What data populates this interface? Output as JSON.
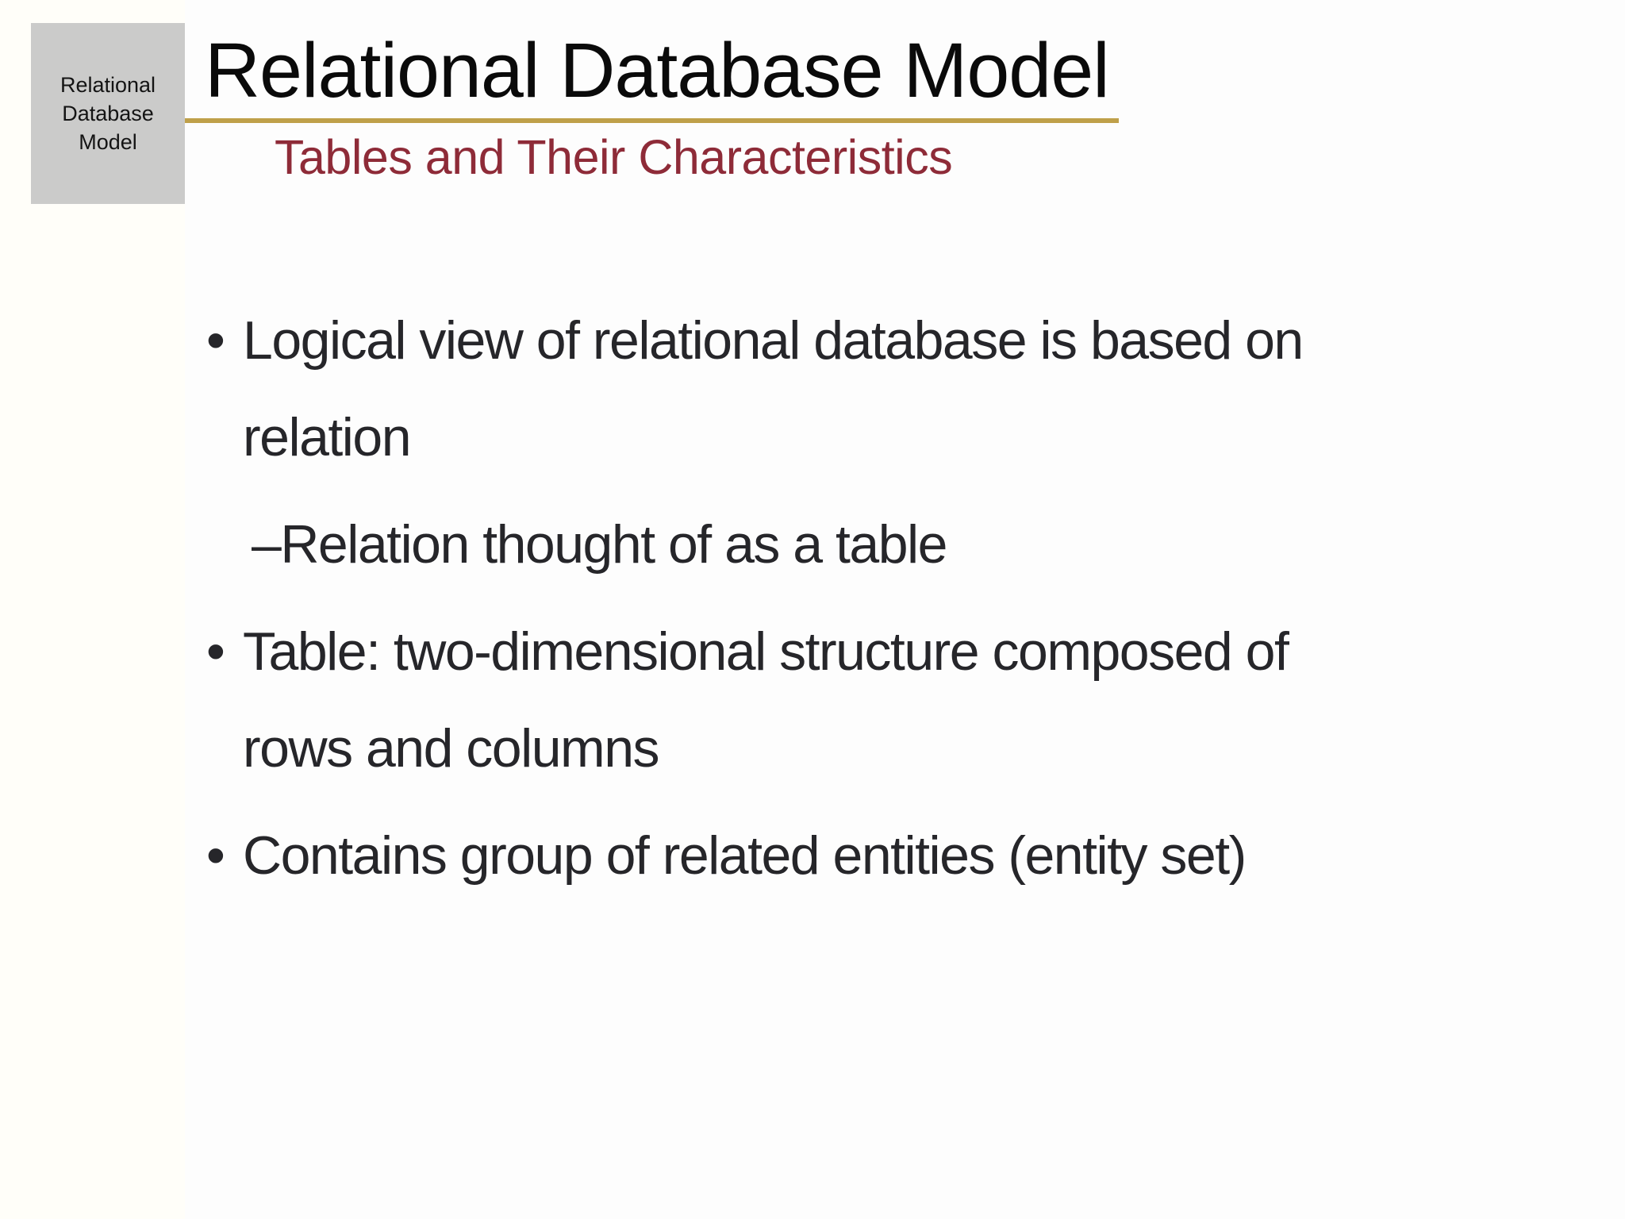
{
  "slide": {
    "sidebar_thumb": {
      "lines": [
        "Relational",
        "Database",
        "Model"
      ]
    },
    "header": {
      "title": "Relational Database Model",
      "subtitle": "Tables and Their Characteristics",
      "rule_color": "#bfa04a",
      "subtitle_color": "#8e2b38",
      "title_color": "#0a0a0a"
    },
    "body": {
      "bullet_char": "•",
      "dash_char": "–",
      "items": [
        {
          "level": 1,
          "lines": [
            "Logical view of relational database is based on",
            "relation"
          ]
        },
        {
          "level": 2,
          "lines": [
            "Relation thought of as a table"
          ]
        },
        {
          "level": 1,
          "lines": [
            "Table: two-dimensional structure composed of",
            "rows and columns"
          ]
        },
        {
          "level": 1,
          "lines": [
            "Contains group of related entities (entity set)"
          ]
        }
      ]
    }
  }
}
